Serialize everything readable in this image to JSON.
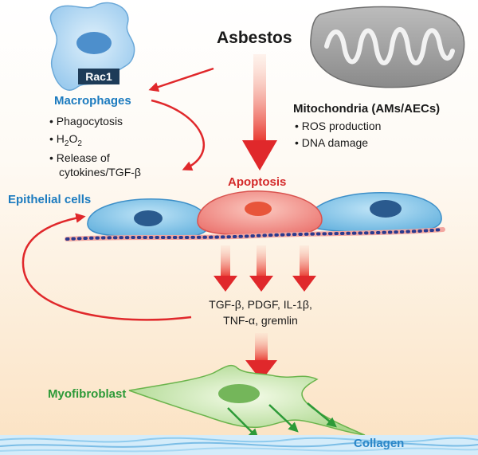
{
  "asbestos": "Asbestos",
  "rac1": "Rac1",
  "macrophages": {
    "title": "Macrophages",
    "items": [
      "• Phagocytosis",
      "• H",
      "2",
      "O",
      "2",
      "• Release of",
      "cytokines/TGF-β"
    ]
  },
  "mitochondria": {
    "title": "Mitochondria (AMs/AECs)",
    "items": [
      "• ROS production",
      "• DNA damage"
    ]
  },
  "apoptosis": "Apoptosis",
  "epithelial": "Epithelial cells",
  "mediators": {
    "line1": "TGF-β, PDGF, IL-1β,",
    "line2": "TNF-α, gremlin"
  },
  "myofibroblast": "Myofibroblast",
  "collagen": "Collagen",
  "colors": {
    "red_arrow": "#e0282b",
    "blue_label": "#1c7bbf",
    "green_label": "#2d9a38",
    "cell_blue": "#7cc3ea",
    "cell_red": "#f08a86",
    "fibroblast": "#b9dd9b"
  }
}
